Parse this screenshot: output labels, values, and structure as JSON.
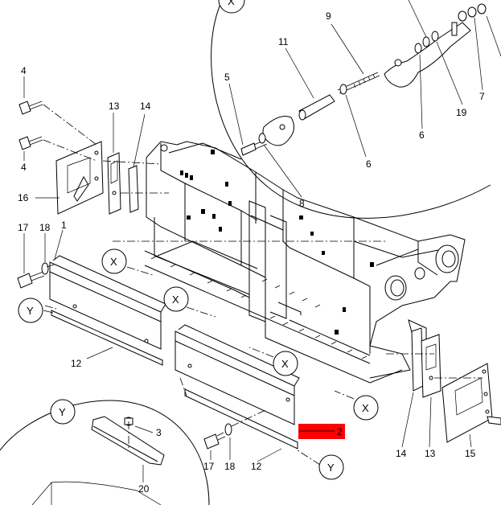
{
  "labels": {
    "l1": "1",
    "l2": "2",
    "l3": "3",
    "l4a": "4",
    "l4b": "4",
    "l5": "5",
    "l6a": "6",
    "l6b": "6",
    "l7": "7",
    "l8": "8",
    "l9": "9",
    "l11": "11",
    "l12a": "12",
    "l12b": "12",
    "l13a": "13",
    "l13b": "13",
    "l14a": "14",
    "l14b": "14",
    "l15": "15",
    "l16": "16",
    "l17a": "17",
    "l17b": "17",
    "l18a": "18",
    "l18b": "18",
    "l19": "19",
    "l20": "20"
  },
  "callouts": {
    "x_top": "X",
    "x1": "X",
    "x2": "X",
    "x3": "X",
    "x4": "X",
    "y1": "Y",
    "y2": "Y",
    "y3": "Y"
  },
  "highlight": {
    "color": "#ff0000",
    "label": "2"
  }
}
